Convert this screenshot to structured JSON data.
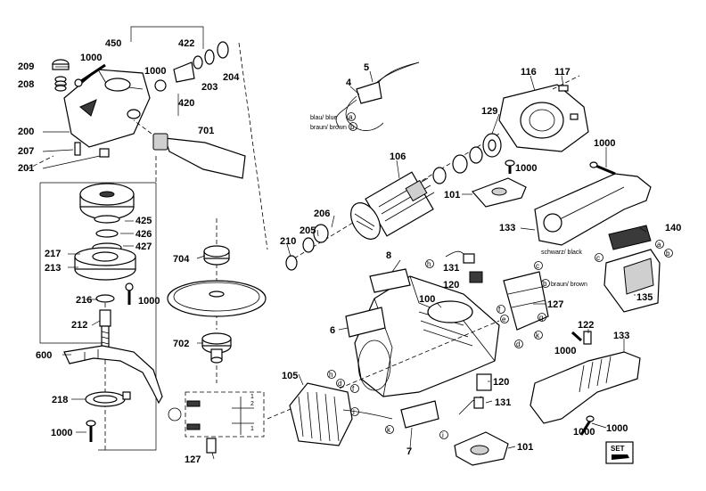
{
  "parts": {
    "p450": "450",
    "p422": "422",
    "p1000_top": "1000",
    "p209": "209",
    "p208": "208",
    "p200": "200",
    "p207": "207",
    "p201": "201",
    "p1000_a": "1000",
    "p203": "203",
    "p204": "204",
    "p420": "420",
    "p701": "701",
    "p5": "5",
    "p4": "4",
    "p116": "116",
    "p117": "117",
    "p129": "129",
    "p106": "106",
    "p1000_b": "1000",
    "p1000_c": "1000",
    "p101_top": "101",
    "p425": "425",
    "p426": "426",
    "p427": "427",
    "p217": "217",
    "p213": "213",
    "p216": "216",
    "p1000_d": "1000",
    "p212": "212",
    "p600": "600",
    "p218": "218",
    "p1000_e": "1000",
    "p127_bottom": "127",
    "p704": "704",
    "p702": "702",
    "p206": "206",
    "p205": "205",
    "p210": "210",
    "p8": "8",
    "p131_top": "131",
    "p120_top": "120",
    "p100": "100",
    "p6": "6",
    "p105": "105",
    "p7": "7",
    "p120_mid": "120",
    "p131_mid": "131",
    "p101_bottom": "101",
    "p133_top": "133",
    "p140": "140",
    "p135": "135",
    "p127_mid": "127",
    "p122": "122",
    "p133_bottom": "133",
    "p1000_f": "1000",
    "p1000_g": "1000",
    "p1000_h": "1000"
  },
  "wire_notes": {
    "blue": "blau/ blue",
    "brown": "braun/ brown",
    "black": "schwarz/ black",
    "brown_b": "braun/ brown"
  },
  "connectors": {
    "a1": "a",
    "b1": "b",
    "a2": "a",
    "b2": "b",
    "c1": "c",
    "c2": "c",
    "d1": "d",
    "d2": "d",
    "e1": "e",
    "f1": "f",
    "f2": "f",
    "g1": "g",
    "h1": "h",
    "h2": "h",
    "i1": "i",
    "i2": "i",
    "k1": "k",
    "k2": "k",
    "b3": "b"
  },
  "schematic": {
    "t1": "1",
    "t2": "2",
    "t3": "1"
  },
  "set_badge": "SET"
}
